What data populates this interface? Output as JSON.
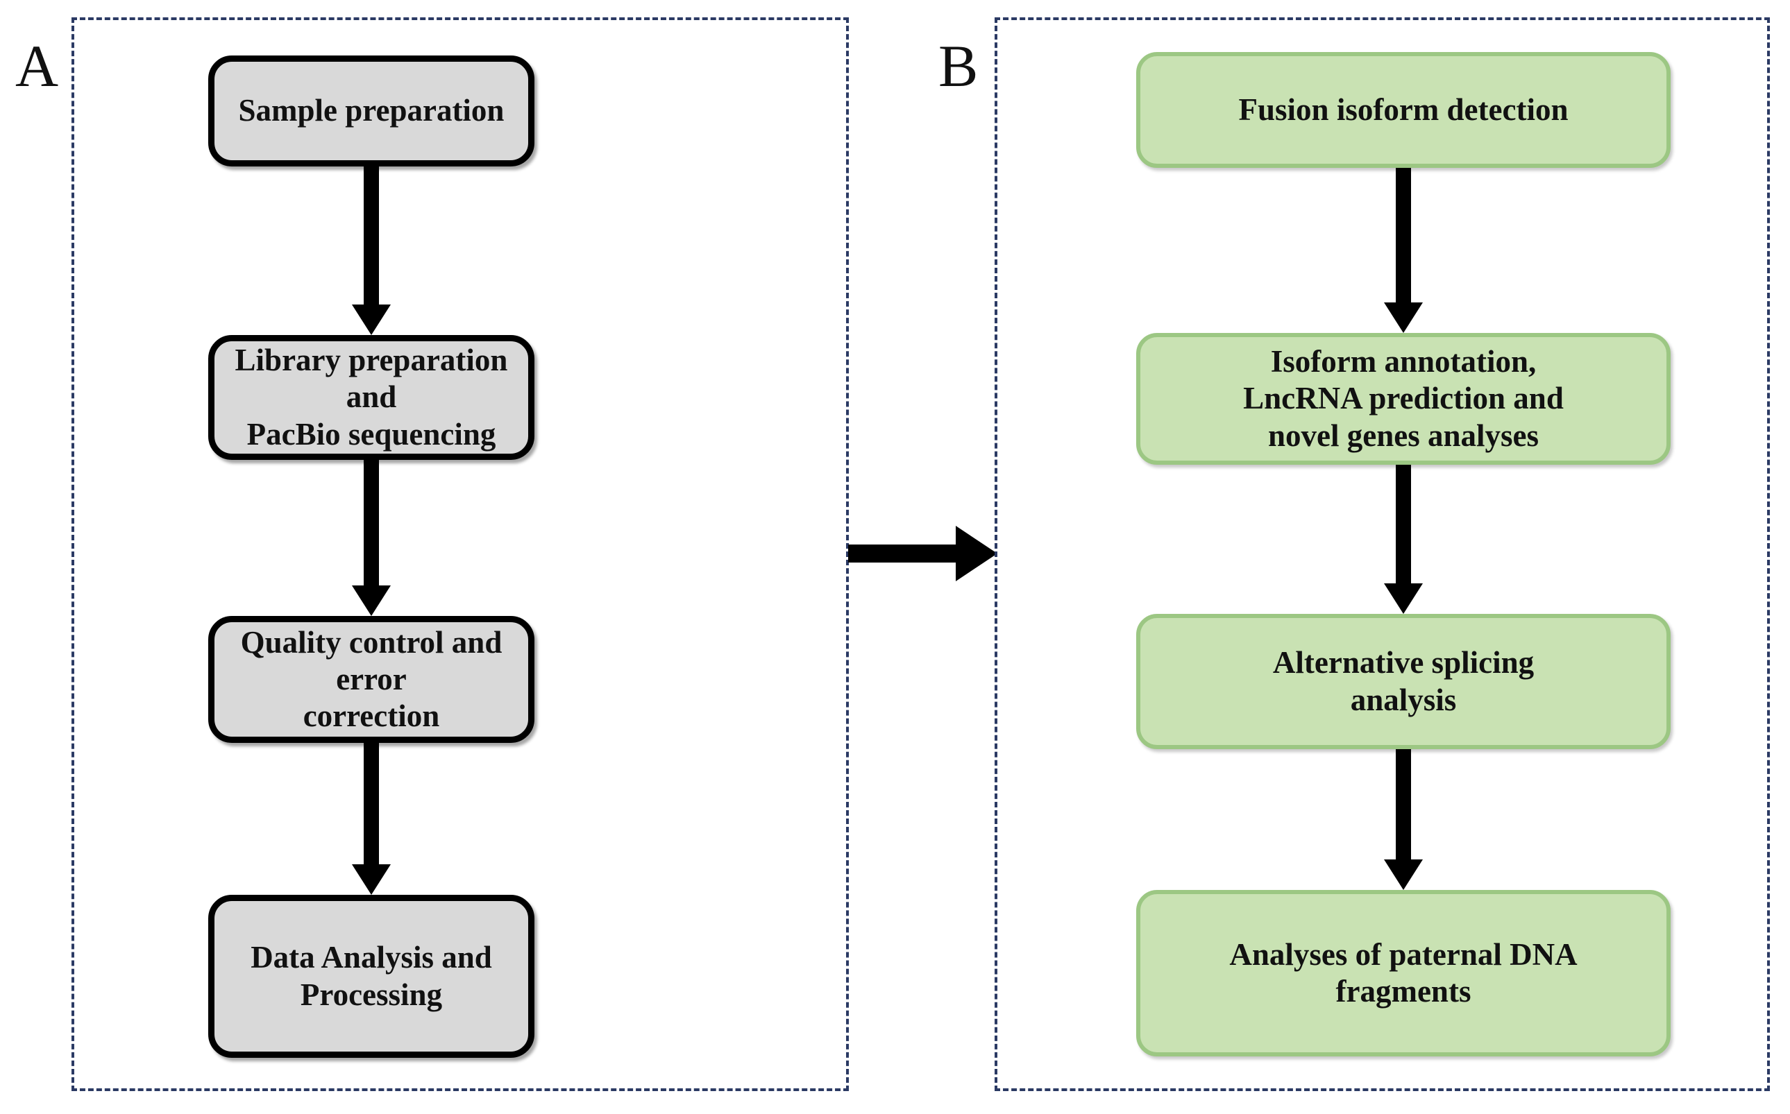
{
  "figure": {
    "type": "flowchart",
    "orientation": "two-panel-horizontal",
    "panels": [
      {
        "id": "A",
        "letter": "A",
        "theme": "gray",
        "box_fill": "#d9d9d9",
        "box_border": "#000000",
        "frame_style": "dashed",
        "frame_color": "#2b3a64",
        "steps": [
          {
            "index": 1,
            "label": "Sample preparation"
          },
          {
            "index": 2,
            "label": "Library preparation and PacBio sequencing"
          },
          {
            "index": 3,
            "label": "Quality control and error correction"
          },
          {
            "index": 4,
            "label": "Data Analysis and Processing"
          }
        ],
        "connectors": [
          {
            "from": 1,
            "to": 2,
            "direction": "down",
            "style": "solid-block-arrow"
          },
          {
            "from": 2,
            "to": 3,
            "direction": "down",
            "style": "solid-block-arrow"
          },
          {
            "from": 3,
            "to": 4,
            "direction": "down",
            "style": "solid-block-arrow"
          }
        ]
      },
      {
        "id": "B",
        "letter": "B",
        "theme": "green",
        "box_fill": "#c9e2b3",
        "box_border": "#9cc783",
        "frame_style": "dashed",
        "frame_color": "#2b3a64",
        "steps": [
          {
            "index": 1,
            "label": "Fusion isoform detection"
          },
          {
            "index": 2,
            "label": "Isoform annotation, LncRNA prediction and novel genes analyses"
          },
          {
            "index": 3,
            "label": "Alternative splicing analysis"
          },
          {
            "index": 4,
            "label": "Analyses of paternal DNA fragments"
          }
        ],
        "connectors": [
          {
            "from": 1,
            "to": 2,
            "direction": "down",
            "style": "solid-block-arrow"
          },
          {
            "from": 2,
            "to": 3,
            "direction": "down",
            "style": "solid-block-arrow"
          },
          {
            "from": 3,
            "to": 4,
            "direction": "down",
            "style": "solid-block-arrow"
          }
        ]
      }
    ],
    "cross_panel_connector": {
      "from_panel": "A",
      "to_panel": "B",
      "direction": "right",
      "style": "solid-block-arrow",
      "label": ""
    }
  },
  "panel_a": {
    "letter": "A",
    "step1": "Sample preparation",
    "step2_line1": "Library preparation and",
    "step2_line2": "PacBio sequencing",
    "step3_line1": "Quality control and error",
    "step3_line2": "correction",
    "step4_line1": "Data Analysis and",
    "step4_line2": "Processing"
  },
  "panel_b": {
    "letter": "B",
    "step1": "Fusion isoform detection",
    "step2_line1": "Isoform annotation,",
    "step2_line2": "LncRNA prediction and",
    "step2_line3": "novel genes analyses",
    "step3_line1": "Alternative splicing",
    "step3_line2": "analysis",
    "step4_line1": "Analyses of paternal DNA",
    "step4_line2": "fragments"
  },
  "colors": {
    "gray_fill": "#d9d9d9",
    "gray_border": "#000000",
    "green_fill": "#c9e2b3",
    "green_border": "#9cc783",
    "frame_dash": "#2b3a64",
    "text": "#111111",
    "arrow": "#000000",
    "background": "#ffffff"
  }
}
